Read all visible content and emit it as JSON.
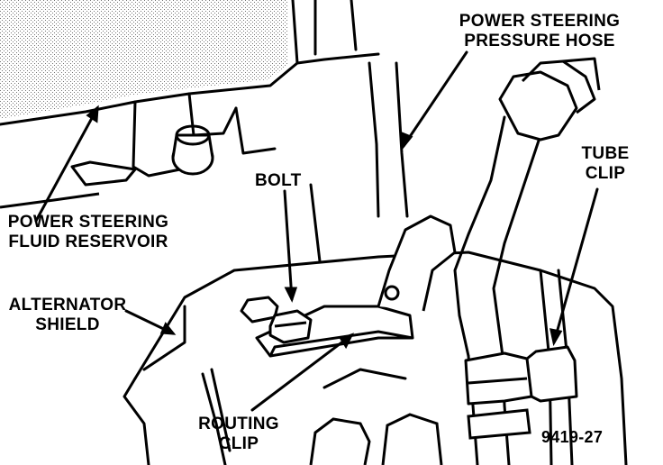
{
  "labels": {
    "pressure_hose": [
      "POWER STEERING",
      "PRESSURE HOSE"
    ],
    "tube_clip": [
      "TUBE",
      "CLIP"
    ],
    "bolt": "BOLT",
    "reservoir": [
      "POWER STEERING",
      "FLUID RESERVOIR"
    ],
    "alternator_shield": [
      "ALTERNATOR",
      "SHIELD"
    ],
    "routing_clip": [
      "ROUTING",
      "CLIP"
    ],
    "figure_id": "9419-27"
  }
}
